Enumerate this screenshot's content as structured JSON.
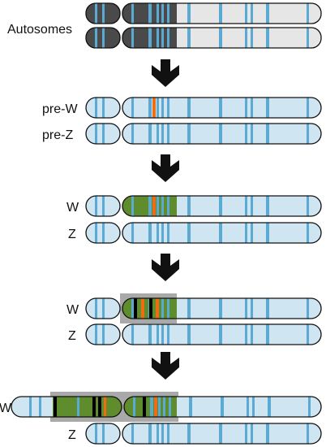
{
  "labels": {
    "autosomes": "Autosomes",
    "pre_w": "pre-W",
    "pre_z": "pre-Z",
    "w": "W",
    "z": "Z"
  },
  "colors": {
    "outline": "#111111",
    "normal_fill": "#cfe6f2",
    "autosome_fill": "#e6e6e6",
    "dark_fill": "#4a4a4a",
    "band_blue": "#5aaad3",
    "band_orange": "#ee6c12",
    "green_region": "#5f8c2c",
    "black_band": "#000000",
    "highlight_box": "#a9a9a9",
    "arrow": "#111111"
  }
}
